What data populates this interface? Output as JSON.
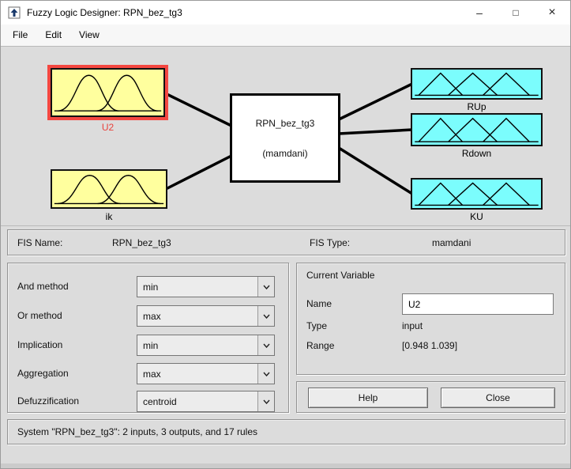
{
  "window": {
    "title": "Fuzzy Logic Designer: RPN_bez_tg3"
  },
  "icons": {
    "minimize": "–",
    "maximize": "□",
    "close": "×"
  },
  "menu": {
    "items": [
      {
        "label": "File"
      },
      {
        "label": "Edit"
      },
      {
        "label": "View"
      }
    ]
  },
  "diagram": {
    "inputs": [
      {
        "label": "U2",
        "selected": true,
        "mf_shape": "gaussian"
      },
      {
        "label": "ik",
        "selected": false,
        "mf_shape": "gaussian"
      }
    ],
    "system": {
      "name": "RPN_bez_tg3",
      "type_label": "(mamdani)"
    },
    "outputs": [
      {
        "label": "RUp",
        "mf_shape": "triangular"
      },
      {
        "label": "Rdown",
        "mf_shape": "triangular"
      },
      {
        "label": "KU",
        "mf_shape": "triangular"
      }
    ]
  },
  "fis_info": {
    "name_label": "FIS Name:",
    "name_value": "RPN_bez_tg3",
    "type_label": "FIS Type:",
    "type_value": "mamdani"
  },
  "methods": [
    {
      "label": "And method",
      "value": "min"
    },
    {
      "label": "Or method",
      "value": "max"
    },
    {
      "label": "Implication",
      "value": "min"
    },
    {
      "label": "Aggregation",
      "value": "max"
    },
    {
      "label": "Defuzzification",
      "value": "centroid"
    }
  ],
  "current_variable": {
    "title": "Current Variable",
    "name_label": "Name",
    "name_value": "U2",
    "type_label": "Type",
    "type_value": "input",
    "range_label": "Range",
    "range_value": "[0.948 1.039]"
  },
  "buttons": {
    "help_label": "Help",
    "close_label": "Close"
  },
  "status": "System \"RPN_bez_tg3\": 2 inputs, 3 outputs, and 17 rules",
  "colors": {
    "input_fill": "#ffff9e",
    "output_fill": "#7bfdfd",
    "selection": "#f44741",
    "selection_text": "#e8423c",
    "diagram_bg": "#dcdcdc"
  }
}
